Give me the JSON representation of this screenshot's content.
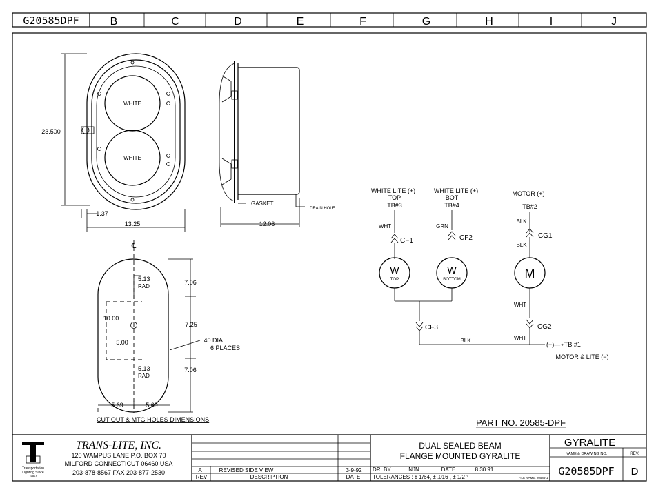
{
  "header": {
    "sheet_id": "G20585DPF",
    "zone_letters": [
      "B",
      "C",
      "D",
      "E",
      "F",
      "G",
      "H",
      "I",
      "J"
    ]
  },
  "front_view": {
    "label_top": "WHITE",
    "label_bottom": "WHITE",
    "dim_height": "23.500",
    "dim_width": "13.25",
    "dim_offset": "1.37"
  },
  "side_view": {
    "gasket": "GASKET",
    "drain_hole": "DRAIN HOLE",
    "dim_depth": "12.06"
  },
  "cutout": {
    "centerline": "℄",
    "r_top_value": "5.13",
    "r_top_unit": "RAD",
    "r_bot_value": "5.13",
    "r_bot_unit": "RAD",
    "dim_inner_h": "10.00",
    "dim_inner_w": "5.00",
    "dim_top": "7.06",
    "dim_mid": "7.25",
    "dim_bot": "7.06",
    "holes_1": ".40 DIA",
    "holes_2": "6 PLACES",
    "dim_left": "5.69",
    "dim_right": "5.69",
    "caption": "CUT OUT & MTG HOLES DIMENSIONS"
  },
  "wiring": {
    "lamp1_label": "WHITE LITE (+)",
    "lamp1_pos": "TOP",
    "lamp1_tb": "TB#3",
    "lamp1_wire": "WHT",
    "lamp1_conn": "CF1",
    "lamp1_letter": "W",
    "lamp1_sub": "TOP",
    "lamp2_label": "WHITE LITE (+)",
    "lamp2_pos": "BOT",
    "lamp2_tb": "TB#4",
    "lamp2_wire": "GRN",
    "lamp2_conn": "CF2",
    "lamp2_letter": "W",
    "lamp2_sub": "BOTTOM",
    "motor_label": "MOTOR (+)",
    "motor_tb": "TB#2",
    "motor_wire1": "BLK",
    "motor_conn1": "CG1",
    "motor_wire2": "BLK",
    "motor_letter": "M",
    "motor_wire3": "WHT",
    "motor_conn2": "CG2",
    "motor_wire4": "WHT",
    "common_conn": "CF3",
    "common_wire": "BLK",
    "ground_tb": "(−)—∘TB #1",
    "ground_label": "MOTOR & LITE (−)"
  },
  "part_number": "PART NO. 20585-DPF",
  "title_block": {
    "company": "TRANS-LITE, INC.",
    "address1": "120 WAMPUS LANE  P.O. BOX 70",
    "address2": "MILFORD CONNECTICUT 06460 USA",
    "phone": "203-878-8567   FAX 203-877-2530",
    "logo_caption_1": "Transportation",
    "logo_caption_2": "Lighting Since",
    "logo_caption_3": "1887",
    "rev_row_rev": "A",
    "rev_row_desc": "REVISED SIDE VIEW",
    "rev_row_date": "3-9-92",
    "col_rev": "REV",
    "col_desc": "DESCRIPTION",
    "col_date": "DATE",
    "title_line1": "DUAL SEALED BEAM",
    "title_line2": "FLANGE MOUNTED GYRALITE",
    "dr_by_label": "DR. BY.",
    "dr_by": "NJN",
    "date_label": "DATE",
    "date": "8 30 91",
    "tolerances": "TOLERANCES : ± 1/64, ± .016 , ± 1/2 °",
    "file_ref": "FILE NAME: 20585-1",
    "name": "GYRALITE",
    "name_caption": "NAME & DRAWING NO.",
    "rev_caption": "REV.",
    "drawing_no": "G20585DPF",
    "rev": "D"
  }
}
